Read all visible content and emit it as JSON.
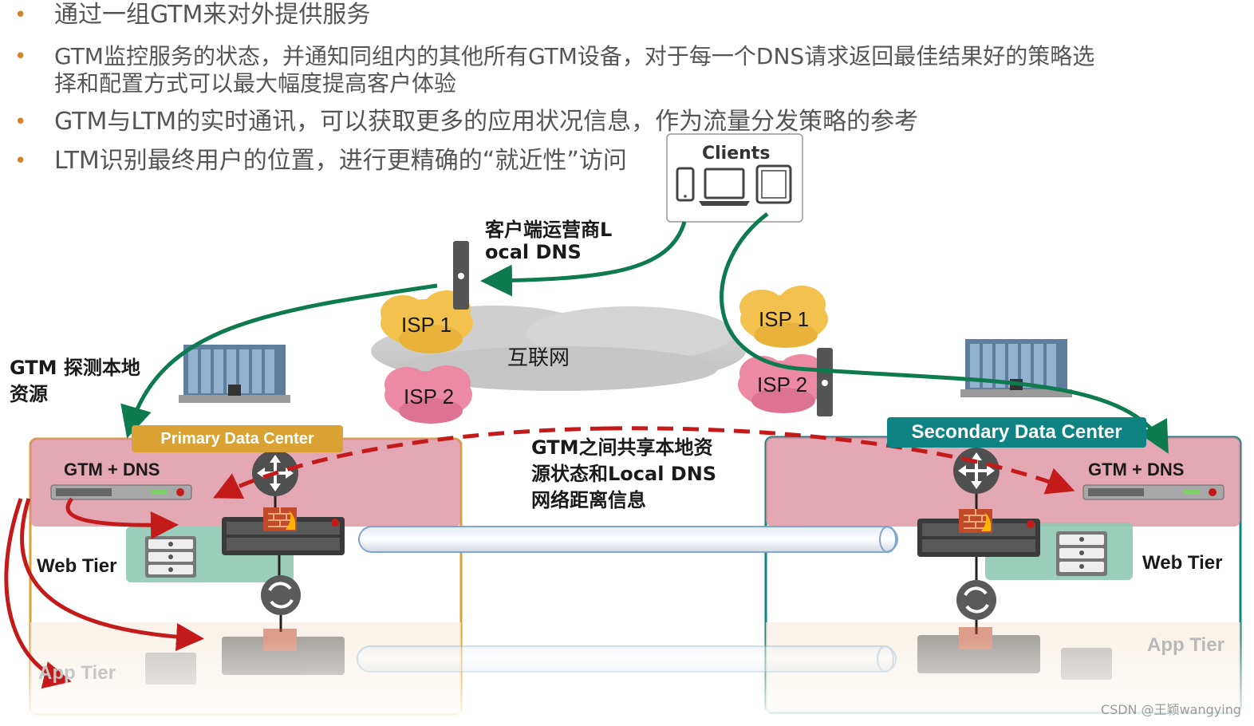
{
  "bullets": [
    "通过一组GTM来对外提供服务",
    "GTM监控服务的状态，并通知同组内的其他所有GTM设备，对于每一个DNS请求返回最佳结果好的策略选",
    "择和配置方式可以最大幅度提高客户体验",
    "GTM与LTM的实时通讯，可以获取更多的应用状况信息，作为流量分发策略的参考",
    "LTM识别最终用户的位置，进行更精确的“就近性”访问"
  ],
  "clients_label": "Clients",
  "ldns_label_1": "客户端运营商L",
  "ldns_label_2": "ocal DNS",
  "probe_label_1": "GTM 探测本地",
  "probe_label_2": "资源",
  "internet_label": "互联网",
  "isp_left_1": "ISP 1",
  "isp_left_2": "ISP 2",
  "isp_right_1": "ISP 1",
  "isp_right_2": "ISP 2",
  "shared_label_1": "GTM之间共享本地资",
  "shared_label_2": "源状态和Local DNS",
  "shared_label_3": "网络距离信息",
  "primary_dc": "Primary Data Center",
  "secondary_dc": "Secondary Data Center",
  "gtm_dns_left": "GTM + DNS",
  "gtm_dns_right": "GTM + DNS",
  "web_tier_left": "Web Tier",
  "web_tier_right": "Web Tier",
  "app_tier_left": "App Tier",
  "app_tier_right": "App Tier",
  "watermark": "CSDN @王颖wangying",
  "colors": {
    "green_arrow": "#0e7a4f",
    "red_arrow": "#c41a1a",
    "primary_accent": "#d9a232",
    "secondary_accent": "#0f8383",
    "gtm_panel": "#d98b9b",
    "web_tier_panel": "#8fc9b3",
    "isp_yellow": "#f3c24e",
    "isp_pink": "#ec8aa5"
  }
}
